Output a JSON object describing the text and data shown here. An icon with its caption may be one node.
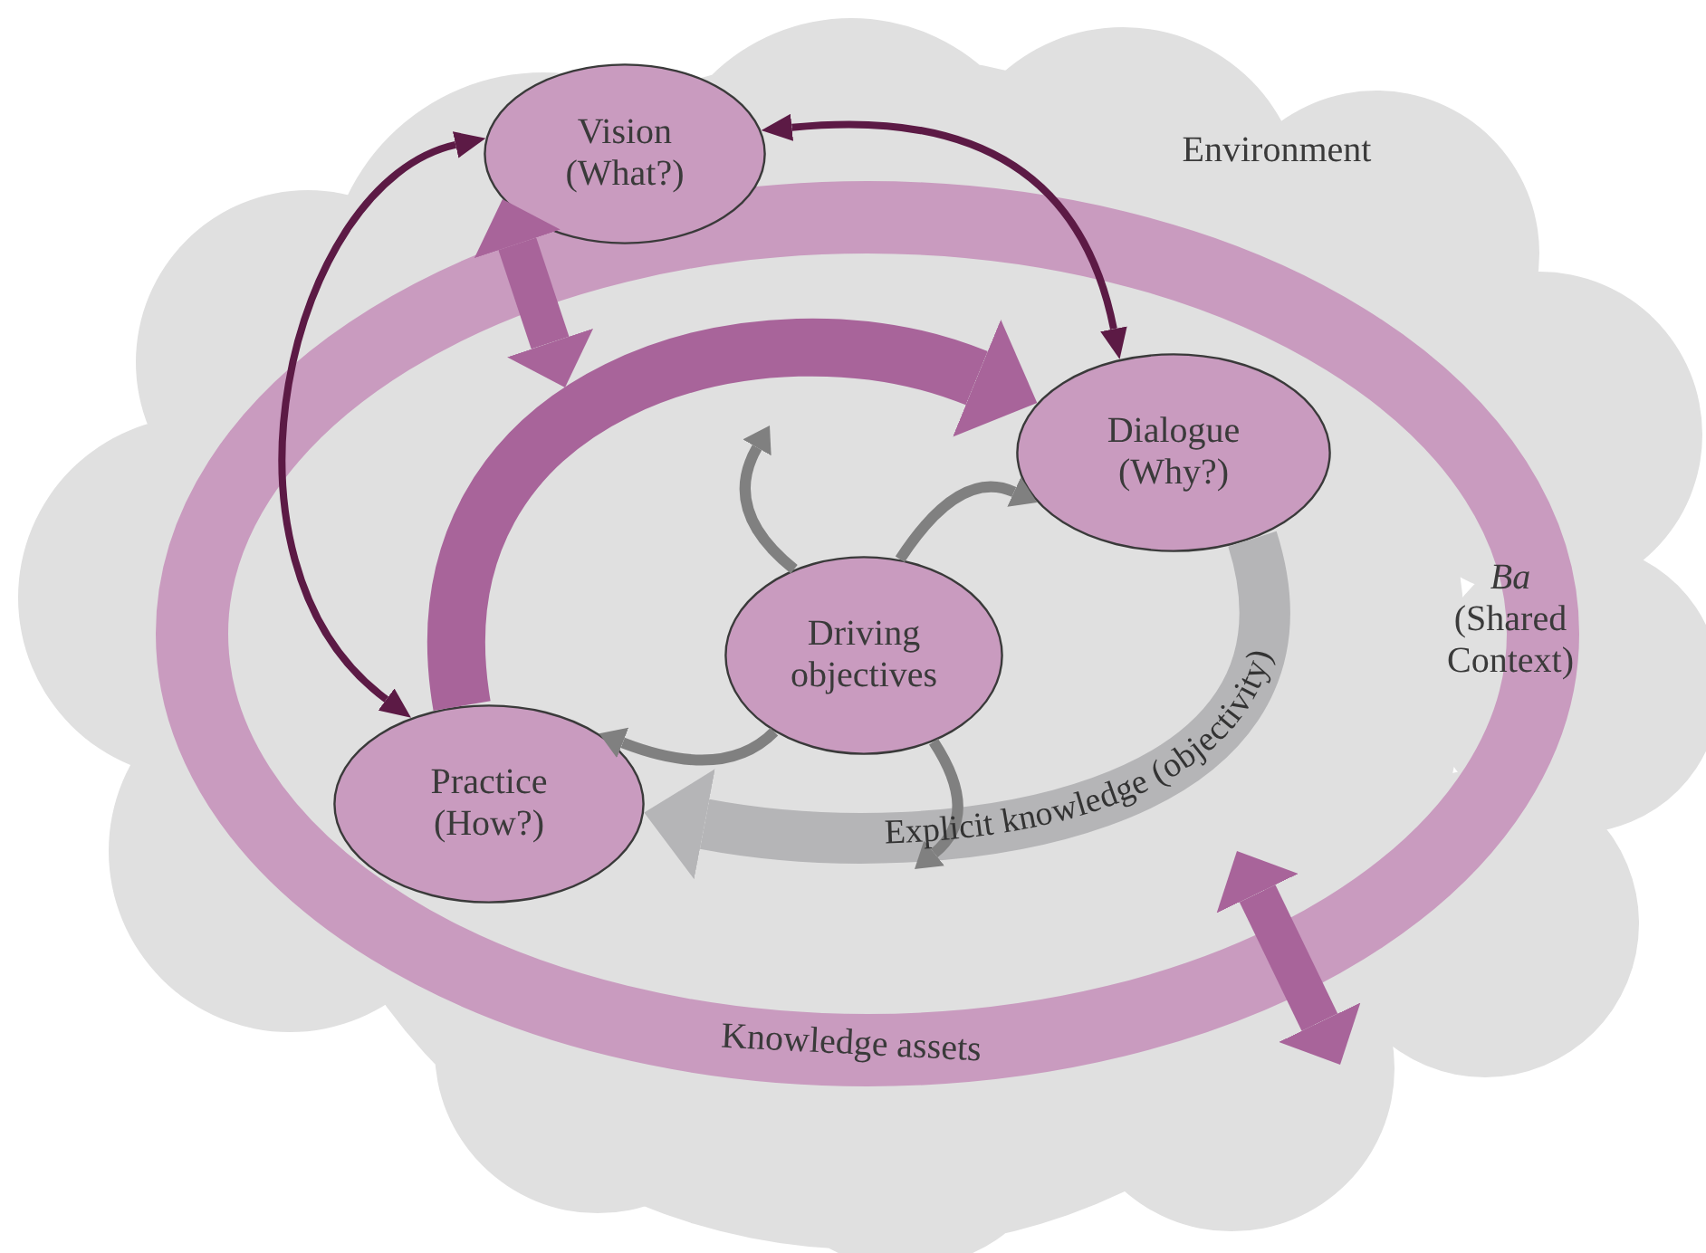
{
  "diagram": {
    "nodes": [
      {
        "text": [
          "Environment"
        ]
      },
      {
        "text": [
          "Knowledge assets"
        ],
        "in": 0
      },
      {
        "text": [
          "Vision (What?)"
        ],
        "in": 0
      },
      {
        "text": [
          "Dialogue (Why?)"
        ],
        "in": 1
      },
      {
        "text": [
          "Driving objectives"
        ],
        "in": 1
      },
      {
        "text": [
          "Practice (How?)"
        ],
        "in": 1
      }
    ],
    "edges": [
      {
        "from": 2,
        "to": 3,
        "arrow": "both",
        "color": "#5c1a45"
      },
      {
        "from": 2,
        "to": 5,
        "arrow": "both",
        "color": "#5c1a45"
      },
      {
        "from": 2,
        "to": 1,
        "arrow": "both",
        "style": "thick",
        "color": "#a8649a"
      },
      {
        "from": 5,
        "to": 3,
        "arrow": "to",
        "style": "thick",
        "color": "#a8649a"
      },
      {
        "from": 3,
        "to": 5,
        "arrow": "to",
        "label": "Explicit knowledge (objectivity)",
        "style": "thick",
        "color": "#b5b5b7"
      },
      {
        "from": 1,
        "to": null,
        "arrow": "both",
        "style": "thick",
        "color": "#a8649a"
      },
      {
        "from": 4,
        "to": null,
        "arrow": "to"
      },
      {
        "from": 4,
        "to": 3,
        "arrow": "to"
      },
      {
        "from": 4,
        "to": 5,
        "arrow": "to"
      },
      {
        "from": 4,
        "to": null,
        "arrow": "to"
      }
    ],
    "labels": [
      "*Ba* (Shared Context)"
    ]
  }
}
